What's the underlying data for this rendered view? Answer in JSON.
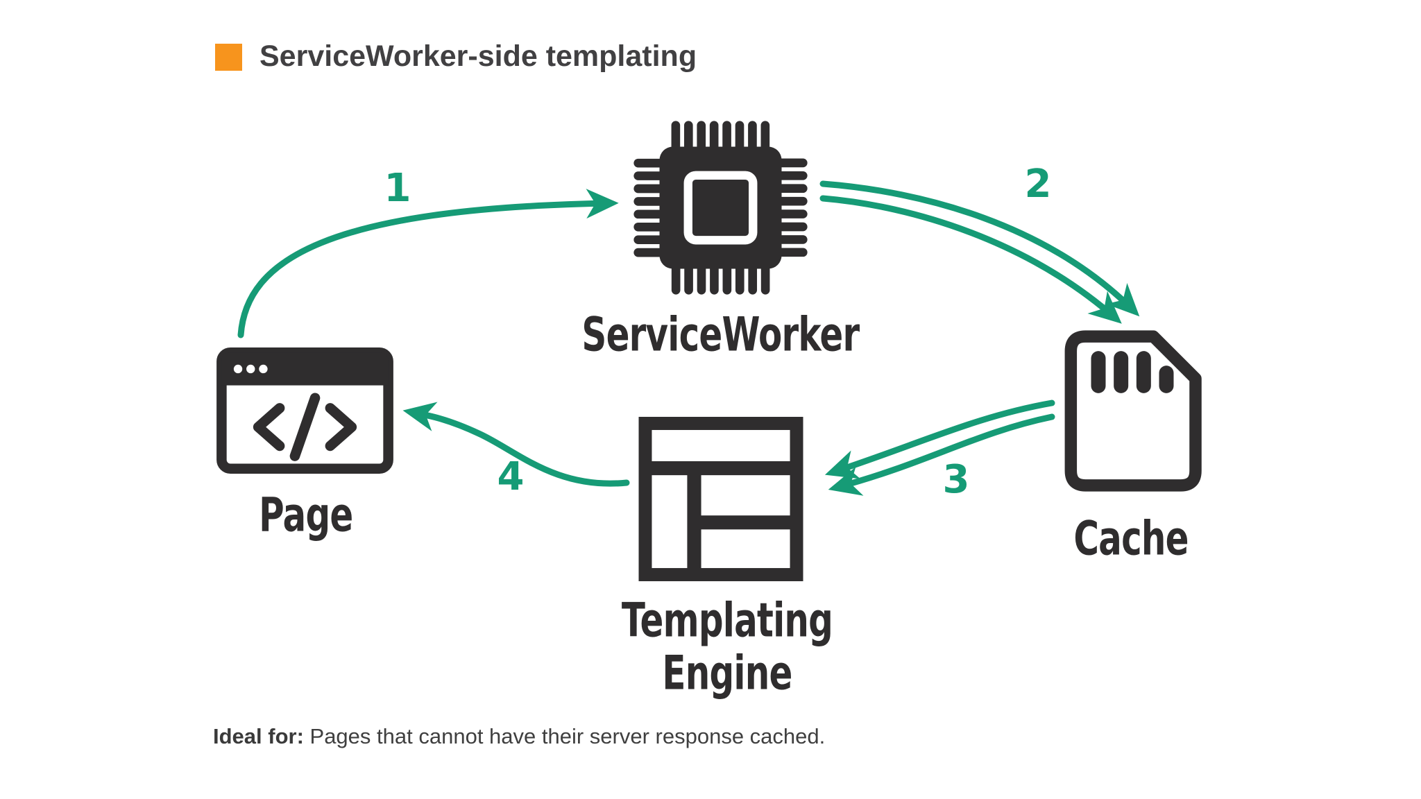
{
  "colors": {
    "orange": "#f7941d",
    "green": "#169b76",
    "ink": "#2f2d2e",
    "text": "#414042"
  },
  "header": {
    "title": "ServiceWorker-side templating"
  },
  "diagram": {
    "nodes": {
      "serviceworker": {
        "label": "ServiceWorker",
        "icon": "chip-icon"
      },
      "page": {
        "label": "Page",
        "icon": "browser-window-icon"
      },
      "cache": {
        "label": "Cache",
        "icon": "sd-card-icon"
      },
      "templating_engine": {
        "label": "Templating Engine",
        "icon": "layout-icon"
      }
    },
    "steps": {
      "s1": {
        "number": "1",
        "from": "Page",
        "to": "ServiceWorker"
      },
      "s2": {
        "number": "2",
        "from": "ServiceWorker",
        "to": "Cache"
      },
      "s3": {
        "number": "3",
        "from": "Cache",
        "to": "Templating Engine"
      },
      "s4": {
        "number": "4",
        "from": "Templating Engine",
        "to": "Page"
      }
    }
  },
  "footer": {
    "label": "Ideal for:",
    "text": " Pages that cannot have their server response cached."
  }
}
